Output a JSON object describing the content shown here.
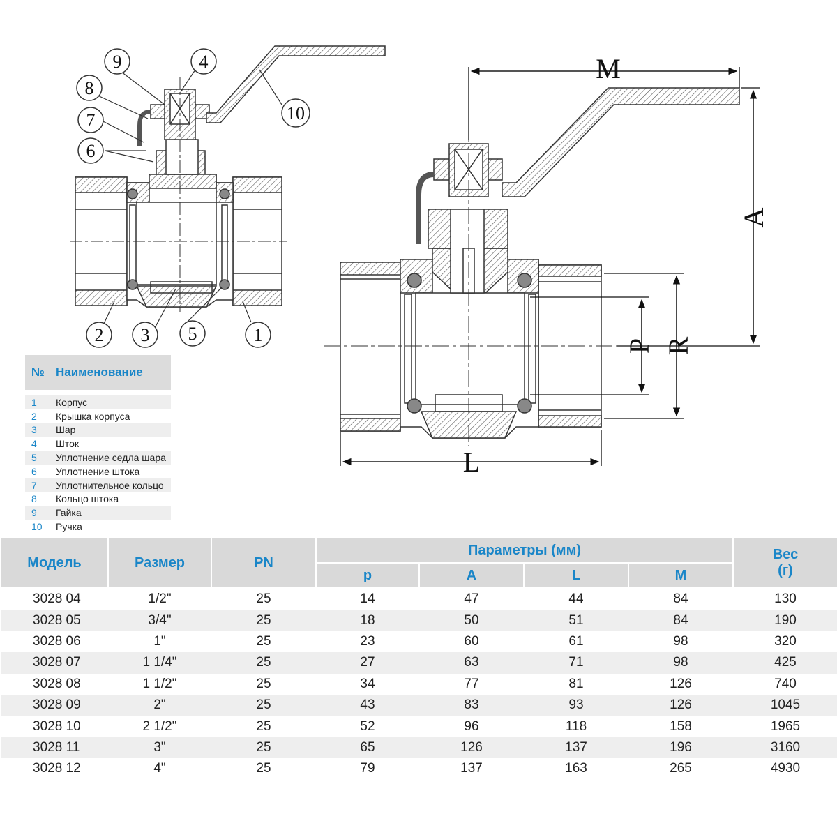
{
  "callouts": [
    "1",
    "2",
    "3",
    "4",
    "5",
    "6",
    "7",
    "8",
    "9",
    "10"
  ],
  "dimensions": {
    "M": "M",
    "A": "A",
    "P": "P",
    "R": "R",
    "L": "L"
  },
  "parts": {
    "header_num": "№",
    "header_name": "Наименование",
    "items": [
      {
        "num": "1",
        "name": "Корпус"
      },
      {
        "num": "2",
        "name": "Крышка корпуса"
      },
      {
        "num": "3",
        "name": "Шар"
      },
      {
        "num": "4",
        "name": "Шток"
      },
      {
        "num": "5",
        "name": "Уплотнение седла шара"
      },
      {
        "num": "6",
        "name": "Уплотнение штока"
      },
      {
        "num": "7",
        "name": "Уплотнительное кольцо"
      },
      {
        "num": "8",
        "name": "Кольцо штока"
      },
      {
        "num": "9",
        "name": "Гайка"
      },
      {
        "num": "10",
        "name": "Ручка"
      }
    ]
  },
  "spec": {
    "model_header": "Модель",
    "size_header": "Размер",
    "pn_header": "PN",
    "params_header": "Параметры (мм)",
    "weight_header_1": "Вес",
    "weight_header_2": "(г)",
    "sub_headers": [
      "p",
      "A",
      "L",
      "M"
    ],
    "rows": [
      [
        "3028 04",
        "1/2\"",
        "25",
        "14",
        "47",
        "44",
        "84",
        "130"
      ],
      [
        "3028 05",
        "3/4\"",
        "25",
        "18",
        "50",
        "51",
        "84",
        "190"
      ],
      [
        "3028 06",
        "1\"",
        "25",
        "23",
        "60",
        "61",
        "98",
        "320"
      ],
      [
        "3028 07",
        "1 1/4\"",
        "25",
        "27",
        "63",
        "71",
        "98",
        "425"
      ],
      [
        "3028 08",
        "1 1/2\"",
        "25",
        "34",
        "77",
        "81",
        "126",
        "740"
      ],
      [
        "3028 09",
        "2\"",
        "25",
        "43",
        "83",
        "93",
        "126",
        "1045"
      ],
      [
        "3028 10",
        "2 1/2\"",
        "25",
        "52",
        "96",
        "118",
        "158",
        "1965"
      ],
      [
        "3028 11",
        "3\"",
        "25",
        "65",
        "126",
        "137",
        "196",
        "3160"
      ],
      [
        "3028 12",
        "4\"",
        "25",
        "79",
        "137",
        "163",
        "265",
        "4930"
      ]
    ]
  }
}
